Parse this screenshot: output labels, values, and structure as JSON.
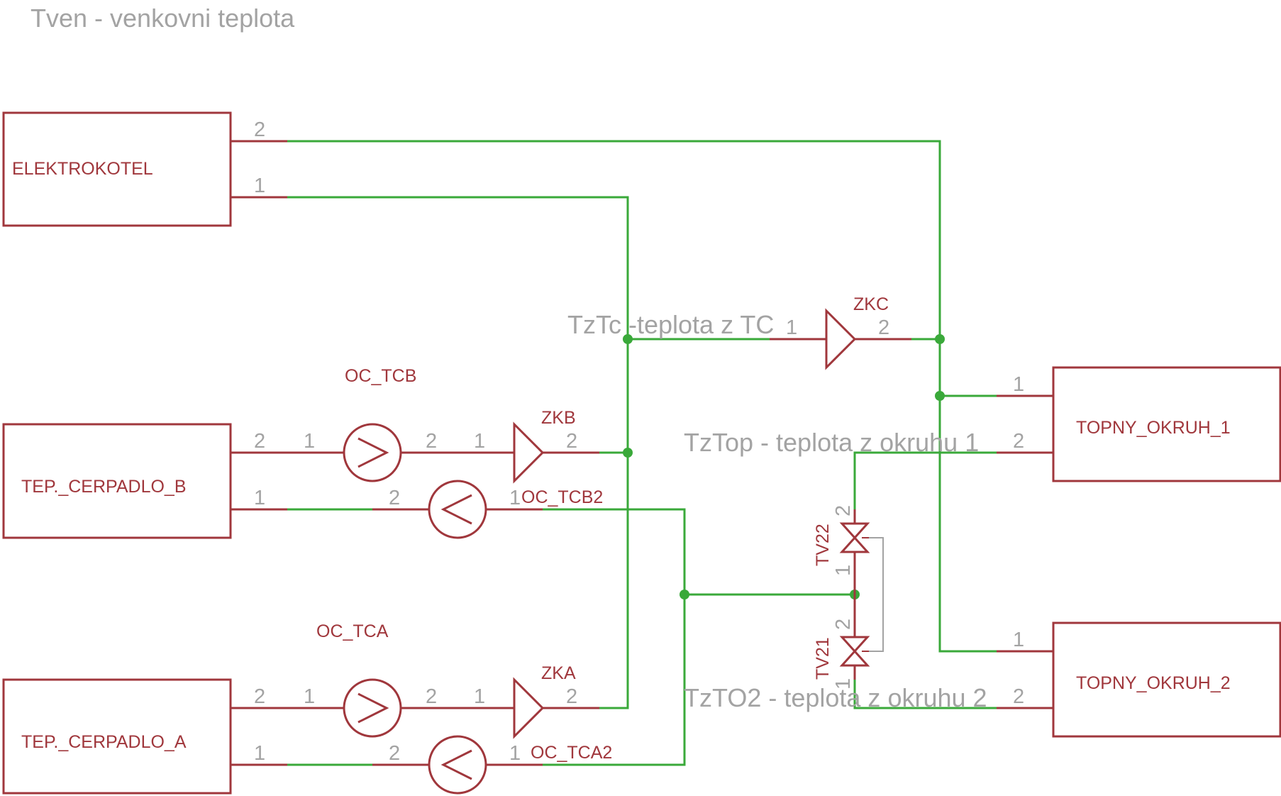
{
  "colors": {
    "part": "#a0373c",
    "wire": "#3aa93a",
    "note": "#a3a3a3"
  },
  "notes": {
    "tven": "Tven - venkovni teplota",
    "tztc": "TzTc -teplota z TC",
    "tztop": "TzTop - teplota z okruhu 1",
    "tzto2": "TzTO2 - teplota z okruhu 2"
  },
  "blocks": {
    "elektrokotel": "ELEKTROKOTEL",
    "cerpadlo_b": "TEP._CERPADLO_B",
    "cerpadlo_a": "TEP._CERPADLO_A",
    "okruh1": "TOPNY_OKRUH_1",
    "okruh2": "TOPNY_OKRUH_2"
  },
  "components": {
    "oc_tcb": "OC_TCB",
    "oc_tcb2": "OC_TCB2",
    "oc_tca": "OC_TCA",
    "oc_tca2": "OC_TCA2",
    "zkb": "ZKB",
    "zka": "ZKA",
    "zkc": "ZKC",
    "tv22": "TV22",
    "tv21": "TV21"
  },
  "pins": {
    "p1": "1",
    "p2": "2"
  }
}
